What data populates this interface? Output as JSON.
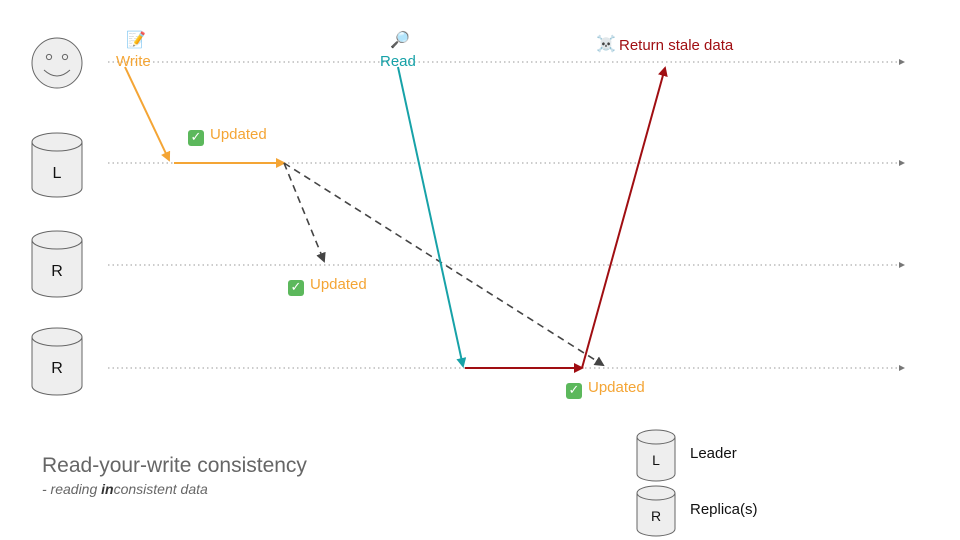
{
  "lanes": [
    {
      "id": "client",
      "icon": "smiley-face-icon"
    },
    {
      "id": "leader",
      "label": "L"
    },
    {
      "id": "replica1",
      "label": "R"
    },
    {
      "id": "replica2",
      "label": "R"
    }
  ],
  "events": {
    "write": {
      "label": "Write",
      "icon": "memo-icon",
      "color": "#f4a535"
    },
    "read": {
      "label": "Read",
      "icon": "magnifier-icon",
      "color": "#17a2a8"
    },
    "stale": {
      "label": "Return stale data",
      "icon": "skull-crossbones-icon",
      "color": "#a00e12"
    },
    "updated_leader": {
      "label": "Updated",
      "icon": "check-mark-icon"
    },
    "updated_replica1": {
      "label": "Updated",
      "icon": "check-mark-icon"
    },
    "updated_replica2": {
      "label": "Updated",
      "icon": "check-mark-icon"
    }
  },
  "title": "Read-your-write consistency",
  "subtitle": {
    "prefix": "- reading ",
    "emphasis": "in",
    "suffix": "consistent data"
  },
  "legend": [
    {
      "symbol": "L",
      "label": "Leader"
    },
    {
      "symbol": "R",
      "label": "Replica(s)"
    }
  ],
  "colors": {
    "write": "#f4a535",
    "read": "#17a2a8",
    "stale": "#a00e12",
    "replication": "#444444",
    "timeline": "#999999"
  }
}
